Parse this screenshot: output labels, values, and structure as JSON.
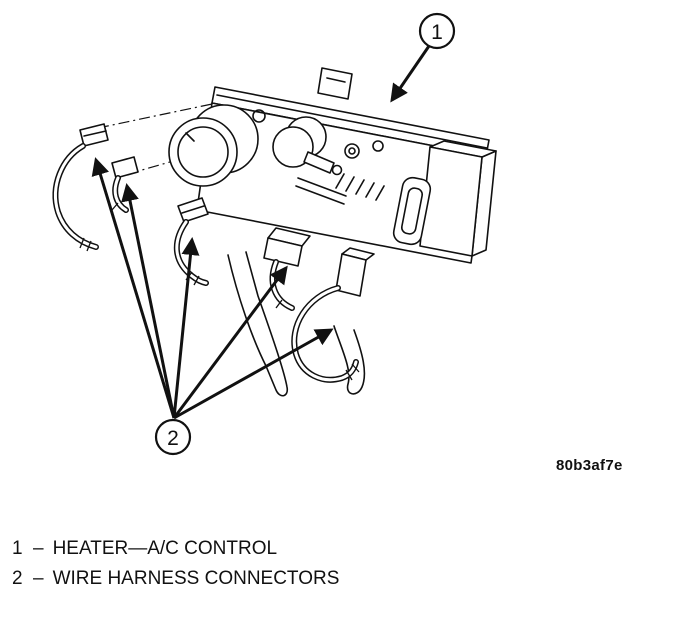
{
  "figure": {
    "code": "80b3af7e",
    "callouts": [
      "1",
      "2"
    ]
  },
  "legend": {
    "items": [
      {
        "number": "1",
        "separator": "–",
        "label": "HEATER—A/C CONTROL"
      },
      {
        "number": "2",
        "separator": "–",
        "label": "WIRE HARNESS CONNECTORS"
      }
    ]
  }
}
